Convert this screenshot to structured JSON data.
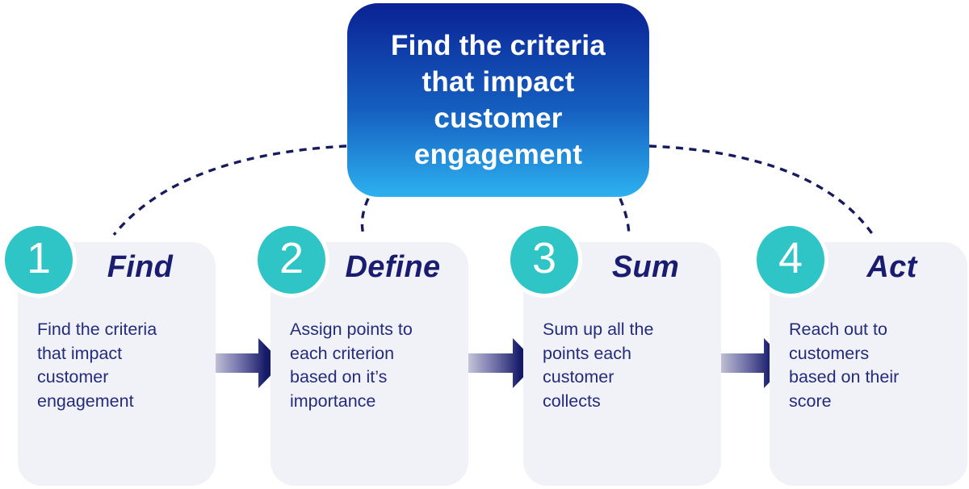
{
  "top_box": {
    "text": "Find the criteria\nthat impact\ncustomer\nengagement"
  },
  "steps": [
    {
      "number": "1",
      "title": "Find",
      "description": "Find the criteria\nthat impact\ncustomer\nengagement"
    },
    {
      "number": "2",
      "title": "Define",
      "description": "Assign points to\neach criterion\nbased on it’s\nimportance"
    },
    {
      "number": "3",
      "title": "Sum",
      "description": "Sum up all the\npoints each\ncustomer\ncollects"
    },
    {
      "number": "4",
      "title": "Act",
      "description": "Reach out to\ncustomers\nbased on their\nscore"
    }
  ],
  "colors": {
    "box_grad_top": "#0a2294",
    "box_grad_bottom": "#2db1f0",
    "card_bg": "#f1f2f8",
    "teal": "#2fc4c5",
    "navy_title": "#1a1c70",
    "navy_body": "#242b7d",
    "dash": "#181a5e",
    "arrow_dark": "#151a67"
  }
}
